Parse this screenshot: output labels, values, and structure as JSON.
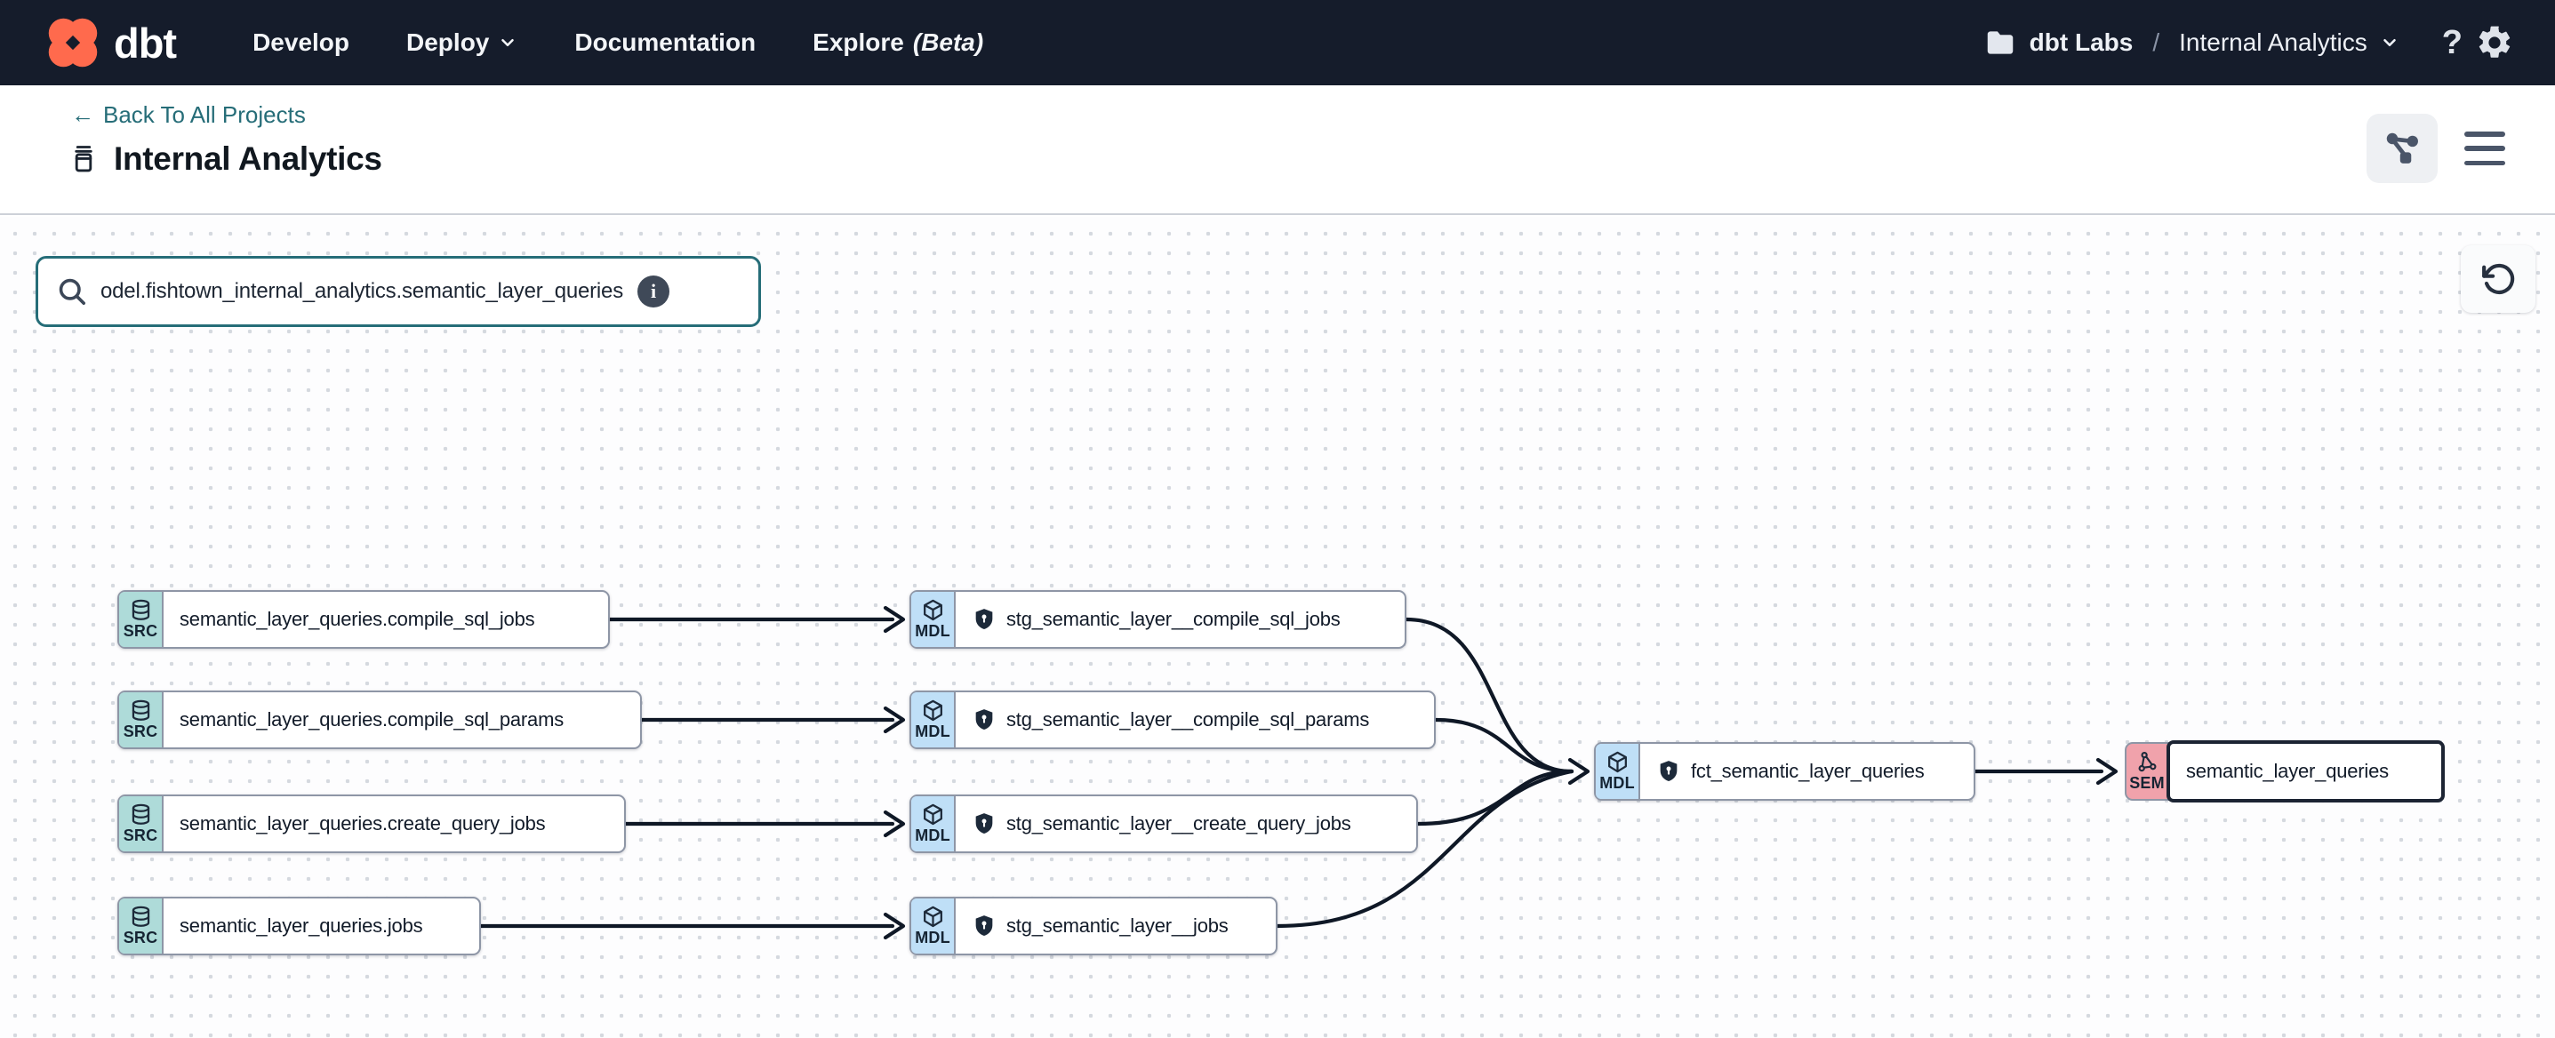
{
  "navbar": {
    "brand": "dbt",
    "menu": {
      "develop": "Develop",
      "deploy": "Deploy",
      "documentation": "Documentation",
      "explore": "Explore",
      "explore_beta": "(Beta)"
    },
    "account_name": "dbt Labs",
    "breadcrumb_separator": "/",
    "project_name": "Internal Analytics",
    "help_glyph": "?"
  },
  "header": {
    "back_arrow": "←",
    "back_label": "Back To All Projects",
    "title": "Internal Analytics"
  },
  "toolbar": {
    "search_value": "odel.fishtown_internal_analytics.semantic_layer_queries",
    "info_glyph": "i"
  },
  "graph": {
    "nodes": [
      {
        "type": "SRC",
        "label": "semantic_layer_queries.compile_sql_jobs"
      },
      {
        "type": "SRC",
        "label": "semantic_layer_queries.compile_sql_params"
      },
      {
        "type": "SRC",
        "label": "semantic_layer_queries.create_query_jobs"
      },
      {
        "type": "SRC",
        "label": "semantic_layer_queries.jobs"
      },
      {
        "type": "MDL",
        "label": "stg_semantic_layer__compile_sql_jobs"
      },
      {
        "type": "MDL",
        "label": "stg_semantic_layer__compile_sql_params"
      },
      {
        "type": "MDL",
        "label": "stg_semantic_layer__create_query_jobs"
      },
      {
        "type": "MDL",
        "label": "stg_semantic_layer__jobs"
      },
      {
        "type": "MDL",
        "label": "fct_semantic_layer_queries"
      },
      {
        "type": "SEM",
        "label": "semantic_layer_queries",
        "selected": true
      }
    ],
    "edges": [
      {
        "from": "semantic_layer_queries.compile_sql_jobs",
        "to": "stg_semantic_layer__compile_sql_jobs"
      },
      {
        "from": "semantic_layer_queries.compile_sql_params",
        "to": "stg_semantic_layer__compile_sql_params"
      },
      {
        "from": "semantic_layer_queries.create_query_jobs",
        "to": "stg_semantic_layer__create_query_jobs"
      },
      {
        "from": "semantic_layer_queries.jobs",
        "to": "stg_semantic_layer__jobs"
      },
      {
        "from": "stg_semantic_layer__compile_sql_jobs",
        "to": "fct_semantic_layer_queries"
      },
      {
        "from": "stg_semantic_layer__compile_sql_params",
        "to": "fct_semantic_layer_queries"
      },
      {
        "from": "stg_semantic_layer__create_query_jobs",
        "to": "fct_semantic_layer_queries"
      },
      {
        "from": "stg_semantic_layer__jobs",
        "to": "fct_semantic_layer_queries"
      },
      {
        "from": "fct_semantic_layer_queries",
        "to": "semantic_layer_queries"
      }
    ]
  },
  "colors": {
    "navbar_bg": "#151c2b",
    "dbt_orange": "#ff6a4d",
    "accent_teal": "#266d78",
    "src_badge": "#aedbd9",
    "mdl_badge": "#bfdff7",
    "sem_badge": "#f0a2ab",
    "edge": "#0f1826",
    "node_border": "#8e96a6"
  }
}
